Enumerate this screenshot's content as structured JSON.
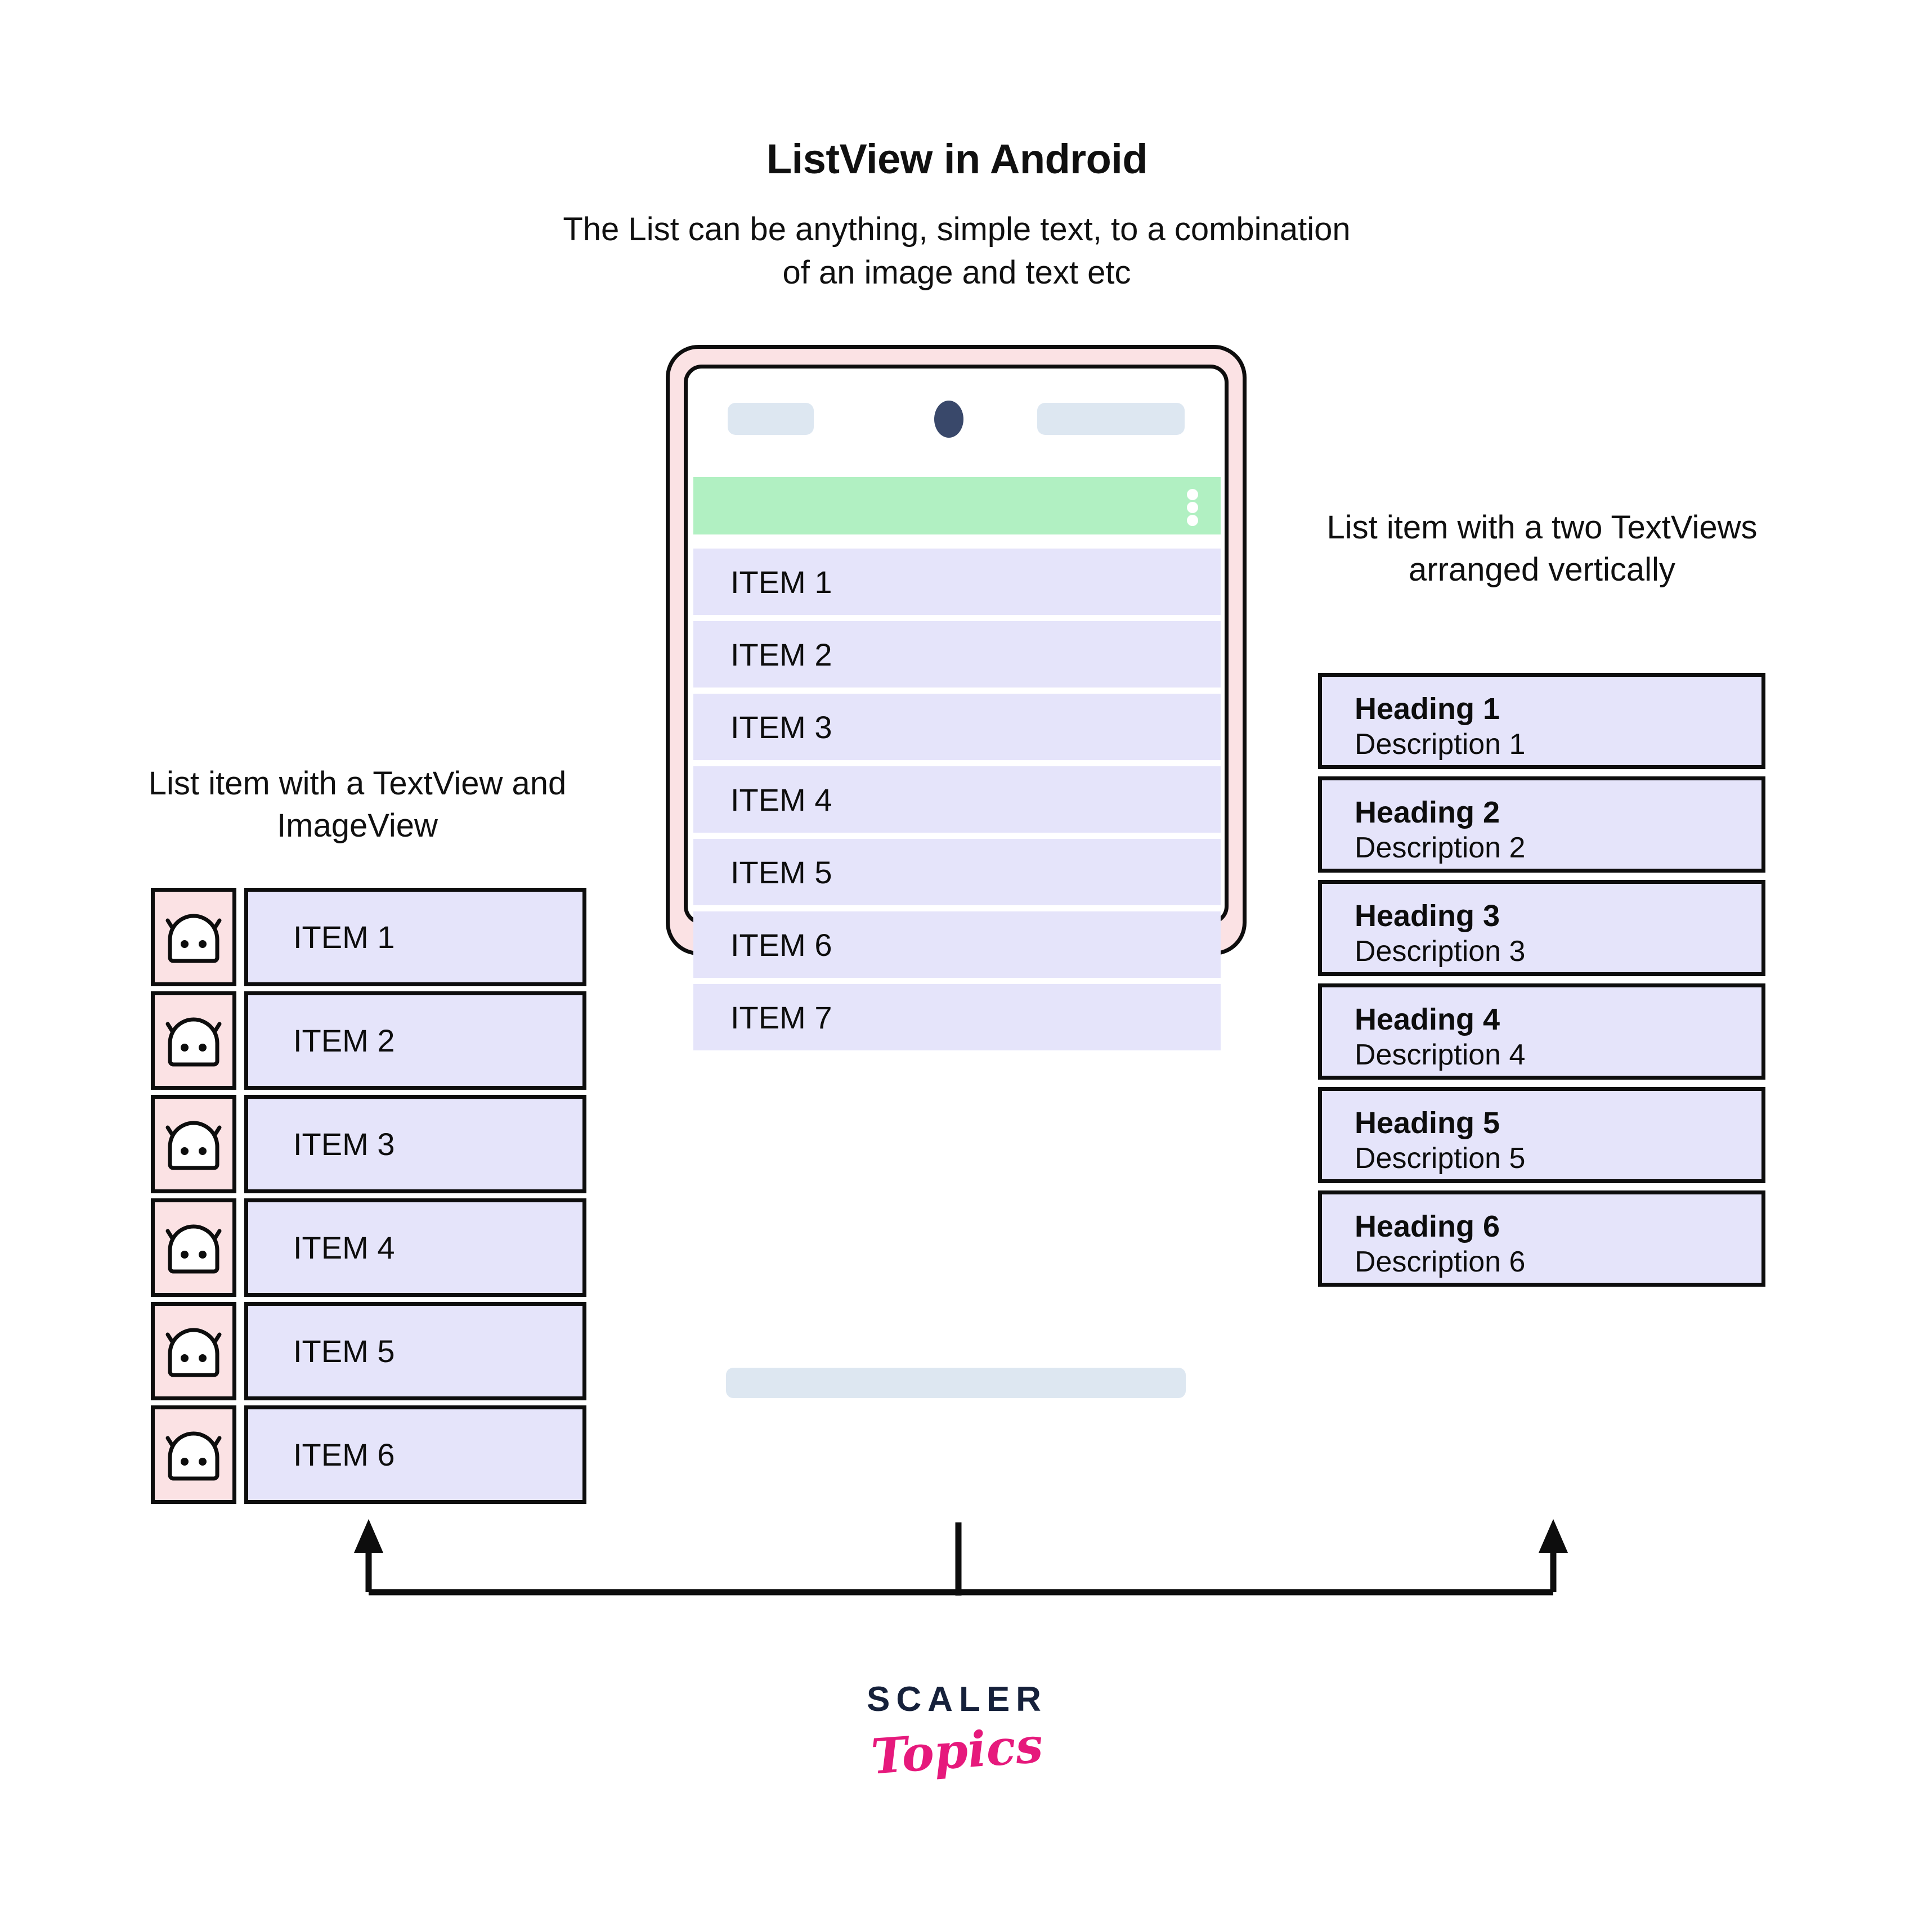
{
  "header": {
    "title": "ListView in Android",
    "subtitle": "The List can be anything, simple text, to a combination of an image and text etc"
  },
  "phone": {
    "app_bar_color": "#b1f0c2",
    "frame_color": "#fbe2e4",
    "row_color": "#e5e4fa",
    "overflow_menu_label": "overflow-menu",
    "rows": [
      {
        "label": "ITEM 1"
      },
      {
        "label": "ITEM 2"
      },
      {
        "label": "ITEM 3"
      },
      {
        "label": "ITEM 4"
      },
      {
        "label": "ITEM 5"
      },
      {
        "label": "ITEM 6"
      },
      {
        "label": "ITEM 7"
      }
    ]
  },
  "left_annotation": {
    "caption": "List item with a TextView and ImageView",
    "rows": [
      {
        "label": "ITEM 1",
        "icon": "android-robot-icon"
      },
      {
        "label": "ITEM 2",
        "icon": "android-robot-icon"
      },
      {
        "label": "ITEM 3",
        "icon": "android-robot-icon"
      },
      {
        "label": "ITEM 4",
        "icon": "android-robot-icon"
      },
      {
        "label": "ITEM 5",
        "icon": "android-robot-icon"
      },
      {
        "label": "ITEM 6",
        "icon": "android-robot-icon"
      }
    ]
  },
  "right_annotation": {
    "caption": "List item with a two TextViews arranged vertically",
    "rows": [
      {
        "heading": "Heading 1",
        "description": "Description 1"
      },
      {
        "heading": "Heading 2",
        "description": "Description 2"
      },
      {
        "heading": "Heading 3",
        "description": "Description 3"
      },
      {
        "heading": "Heading 4",
        "description": "Description 4"
      },
      {
        "heading": "Heading 5",
        "description": "Description 5"
      },
      {
        "heading": "Heading 6",
        "description": "Description 6"
      }
    ]
  },
  "logo": {
    "primary": "SCALER",
    "secondary": "Topics",
    "primary_color": "#16213b",
    "secondary_color": "#e6197c"
  }
}
